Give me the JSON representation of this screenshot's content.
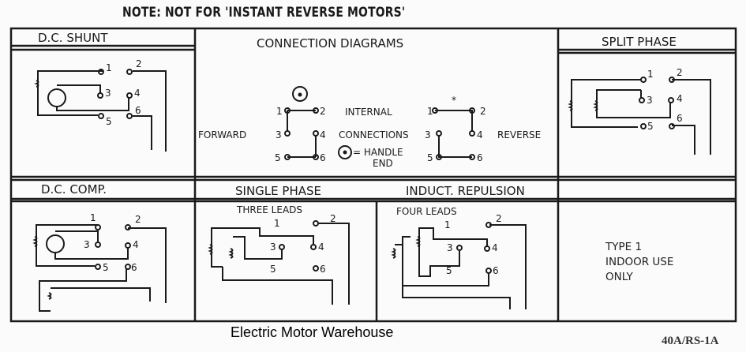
{
  "note": "NOTE: NOT FOR 'INSTANT REVERSE MOTORS'",
  "panels": {
    "dc_shunt": {
      "title": "D.C. SHUNT",
      "terminals": [
        "1",
        "2",
        "3",
        "4",
        "5",
        "6"
      ]
    },
    "connection_diagrams": {
      "title": "CONNECTION DIAGRAMS",
      "forward_label": "FORWARD",
      "reverse_label": "REVERSE",
      "internal_label": "INTERNAL",
      "connections_label": "CONNECTIONS",
      "handle_label": "= HANDLE",
      "end_label": "END",
      "star": "*",
      "terminals": [
        "1",
        "2",
        "3",
        "4",
        "5",
        "6"
      ]
    },
    "split_phase": {
      "title": "SPLIT PHASE",
      "terminals": [
        "1",
        "2",
        "3",
        "4",
        "5",
        "6"
      ]
    },
    "dc_comp": {
      "title": "D.C. COMP.",
      "terminals": [
        "1",
        "2",
        "3",
        "4",
        "5",
        "6"
      ]
    },
    "single_phase": {
      "title": "SINGLE PHASE",
      "subtitle": "THREE LEADS",
      "terminals": [
        "1",
        "2",
        "3",
        "4",
        "5",
        "6"
      ]
    },
    "induct_repulsion": {
      "title": "INDUCT. REPULSION",
      "subtitle": "FOUR LEADS",
      "terminals": [
        "1",
        "2",
        "3",
        "4",
        "5",
        "6"
      ]
    },
    "type": {
      "lines": [
        "TYPE 1",
        "INDOOR USE",
        "ONLY"
      ]
    }
  },
  "footer": "Electric Motor Warehouse",
  "code": "40A/RS-1A"
}
